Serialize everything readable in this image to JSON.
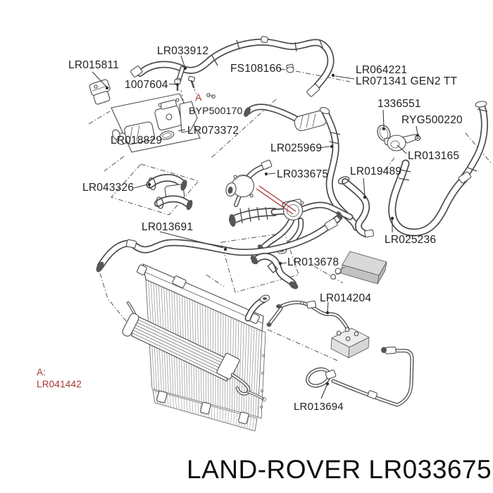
{
  "footer": {
    "text": "LAND-ROVER LR033675"
  },
  "marker": {
    "a": "A"
  },
  "red_note": {
    "prefix": "A:",
    "part": "LR041442"
  },
  "labels": {
    "lr015811": "LR015811",
    "n1007604": "1007604",
    "lr033912": "LR033912",
    "fs108166": "FS108166",
    "lr064221": "LR064221",
    "lr071341": "LR071341 GEN2 TT",
    "byp500170": "BYP500170",
    "n1336551": "1336551",
    "ryg500220": "RYG500220",
    "lr018829": "LR018829",
    "lr073372": "LR073372",
    "lr025969": "LR025969",
    "lr013165": "LR013165",
    "lr043326": "LR043326",
    "lr033675": "LR033675",
    "lr019489": "LR019489",
    "lr025236": "LR025236",
    "lr013691": "LR013691",
    "lr013678": "LR013678",
    "lr014204": "LR014204",
    "lr013694": "LR013694"
  },
  "colors": {
    "line": "#4a4a4a",
    "accent_red": "#a83733",
    "text": "#1f1f1f"
  }
}
